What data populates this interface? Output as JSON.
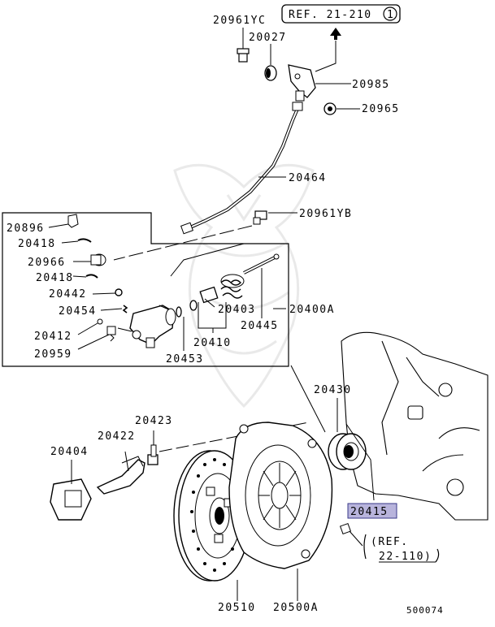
{
  "diagram": {
    "ref_top": {
      "label": "REF. 21-210",
      "circled": "1"
    },
    "ref_bottom": {
      "line1": "(REF.",
      "line2": "22-110)"
    },
    "figure_id": "500074",
    "highlighted_part": "20415",
    "parts": {
      "p20961YC": "20961YC",
      "p20027": "20027",
      "p20985": "20985",
      "p20965": "20965",
      "p20464": "20464",
      "p20961YB": "20961YB",
      "p20896": "20896",
      "p20418a": "20418",
      "p20966": "20966",
      "p20418b": "20418",
      "p20442": "20442",
      "p20454": "20454",
      "p20412": "20412",
      "p20959": "20959",
      "p20403": "20403",
      "p20400A": "20400A",
      "p20445": "20445",
      "p20410": "20410",
      "p20453": "20453",
      "p20430": "20430",
      "p20423": "20423",
      "p20404": "20404",
      "p20422": "20422",
      "p20415": "20415",
      "p20510": "20510",
      "p20500A": "20500A"
    }
  }
}
